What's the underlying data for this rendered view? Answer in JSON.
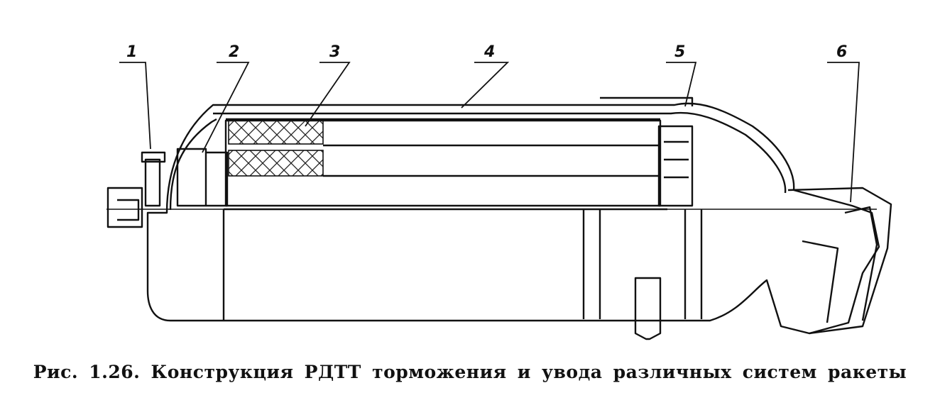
{
  "callouts": [
    "1",
    "2",
    "3",
    "4",
    "5",
    "6"
  ],
  "caption": "Рис. 1.26. Конструкция РДТТ торможения и увода различных систем ракеты"
}
